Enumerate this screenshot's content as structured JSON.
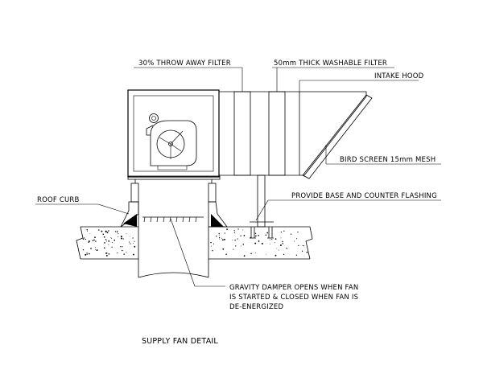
{
  "labels": {
    "filter_throwaway": "30% THROW AWAY FILTER",
    "filter_washable": "50mm THICK WASHABLE FILTER",
    "intake_hood": "INTAKE HOOD",
    "bird_screen": "BIRD SCREEN 15mm MESH",
    "roof_curb": "ROOF CURB",
    "base_flashing": "PROVIDE BASE AND COUNTER FLASHING",
    "damper_line1": "GRAVITY DAMPER OPENS WHEN FAN",
    "damper_line2": "IS STARTED & CLOSED WHEN FAN IS",
    "damper_line3": "DE-ENERGIZED"
  },
  "title": "SUPPLY FAN DETAIL"
}
